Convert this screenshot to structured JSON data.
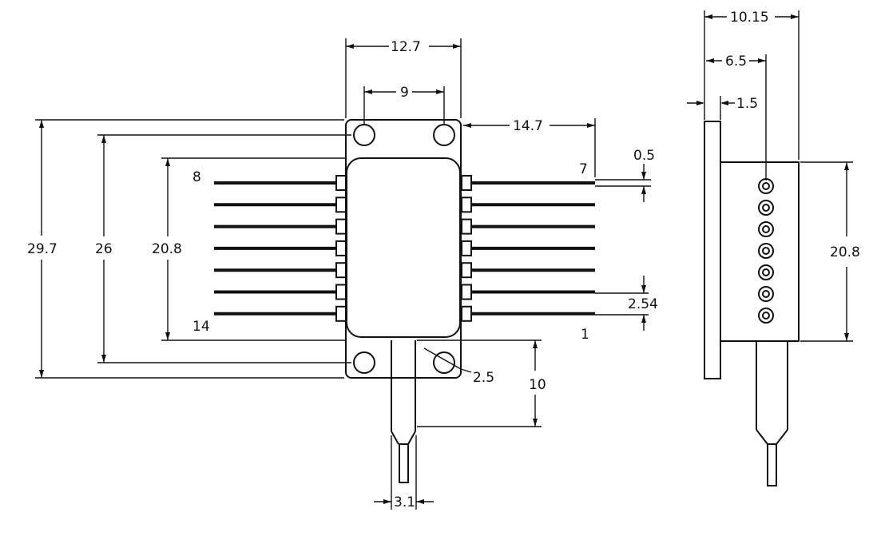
{
  "dimensions": {
    "package_width": "12.7",
    "hole_spacing": "9",
    "overall_length": "29.7",
    "hole_center_span": "26",
    "pin_span": "20.8",
    "pin_extent": "14.7",
    "pin_diameter": "0.5",
    "pin_pitch": "2.54",
    "hole_diameter": "2.5",
    "tube_length": "10",
    "tube_width": "3.1",
    "side_depth": "10.15",
    "side_pin_offset": "6.5",
    "flange_thickness": "1.5",
    "side_pin_span": "20.8"
  },
  "pin_labels": {
    "top_left": "8",
    "bottom_left": "14",
    "top_right": "7",
    "bottom_right": "1"
  }
}
